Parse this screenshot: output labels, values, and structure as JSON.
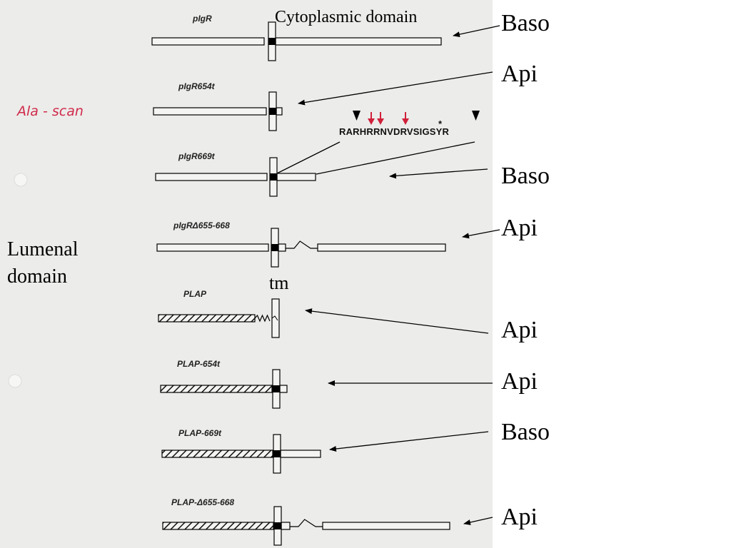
{
  "labels": {
    "cytoplasmic": "Cytoplasmic domain",
    "lumenal_line1": "Lumenal",
    "lumenal_line2": "domain",
    "tm": "tm",
    "ala_scan": "Ala - scan",
    "sequence": "RARHRRNVDRVSIGSYR",
    "star": "*"
  },
  "colors": {
    "paper": "#ececea",
    "ink": "#000000",
    "mutation_arrow": "#d0203a",
    "handwriting": "#d02a4a"
  },
  "constructs": [
    {
      "name": "pIgR",
      "outcome": "Baso"
    },
    {
      "name": "pIgR654t",
      "outcome": "Api"
    },
    {
      "name": "pIgR669t",
      "outcome": "Baso"
    },
    {
      "name": "pIgRΔ655-668",
      "outcome": "Api"
    },
    {
      "name": "PLAP",
      "outcome": "Api"
    },
    {
      "name": "PLAP-654t",
      "outcome": "Api"
    },
    {
      "name": "PLAP-669t",
      "outcome": "Baso"
    },
    {
      "name": "PLAP-Δ655-668",
      "outcome": "Api"
    }
  ]
}
